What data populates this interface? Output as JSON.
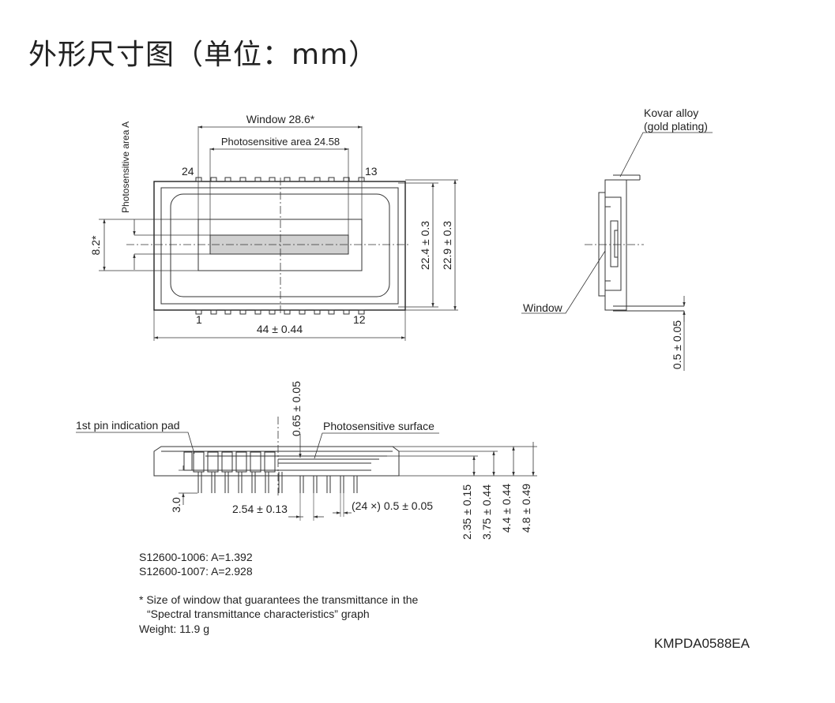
{
  "title": "外形尺寸图（单位：mm）",
  "top_view": {
    "window_label": "Window 28.6*",
    "photosensitive_area_label": "Photosensitive area 24.58",
    "photosensitive_area_a_label": "Photosensitive area A",
    "pin_24": "24",
    "pin_13": "13",
    "pin_1": "1",
    "pin_12": "12",
    "width_dim": "44 ± 0.44",
    "height_dim_inner": "22.4 ± 0.3",
    "height_dim_outer": "22.9 ± 0.3",
    "window_height_dim": "8.2*"
  },
  "side_view": {
    "kovar_line1": "Kovar alloy",
    "kovar_line2": "(gold plating)",
    "window_label": "Window",
    "pin_thickness_dim": "0.5 ± 0.05"
  },
  "bottom_view": {
    "first_pin_label": "1st pin indication pad",
    "photosensitive_surface_label": "Photosensitive surface",
    "surface_dim": "0.65 ± 0.05",
    "pin_pitch_dim": "2.54 ± 0.13",
    "pin_width_dim": "(24 ×) 0.5 ± 0.05",
    "pin_length_dim": "3.0",
    "dim_1": "2.35 ± 0.15",
    "dim_2": "3.75 ± 0.44",
    "dim_3": "4.4 ± 0.44",
    "dim_4": "4.8 ± 0.49"
  },
  "notes": {
    "model_1006": "S12600-1006: A=1.392",
    "model_1007": "S12600-1007: A=2.928",
    "footnote_line1": "* Size of window that guarantees the transmittance in the",
    "footnote_line2": "“Spectral transmittance characteristics” graph",
    "weight": "Weight: 11.9 g"
  },
  "doc_code": "KMPDA0588EA"
}
